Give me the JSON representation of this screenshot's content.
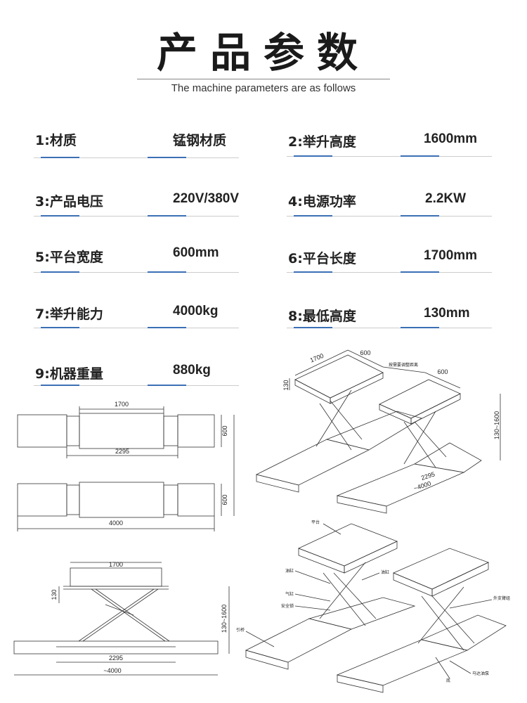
{
  "header": {
    "title": "产品参数",
    "subtitle": "The machine parameters are as follows"
  },
  "params": [
    {
      "label": "1:材质",
      "value": "锰钢材质"
    },
    {
      "label": "2:举升高度",
      "value": "1600mm"
    },
    {
      "label": "3:产品电压",
      "value": "220V/380V"
    },
    {
      "label": "4:电源功率",
      "value": "2.2KW"
    },
    {
      "label": "5:平台宽度",
      "value": "600mm"
    },
    {
      "label": "6:平台长度",
      "value": "1700mm"
    },
    {
      "label": "7:举升能力",
      "value": "4000kg"
    },
    {
      "label": "8:最低高度",
      "value": "130mm"
    },
    {
      "label": "9:机器重量",
      "value": "880kg"
    }
  ],
  "drawings": {
    "top_view": {
      "platform_length": "1700",
      "span": "2295",
      "width_a": "600",
      "width_b": "600",
      "total_length": "4000"
    },
    "side_view": {
      "platform_length": "1700",
      "min_height": "130",
      "lift_range": "130~1600",
      "span": "2295",
      "total_length": "~4000"
    },
    "iso_view": {
      "platform_length": "1700",
      "width_a": "600",
      "width_b": "600",
      "note": "按需要调整距离",
      "min_height": "130",
      "lift_range": "130~1600",
      "span": "2295",
      "total_length": "~4000"
    },
    "parts_view": {
      "platform": "平台",
      "oil_cylinder": "油缸",
      "air_cylinder": "气缸",
      "safety_lock": "安全锁",
      "ramp": "引桥",
      "base": "底",
      "oil_cylinder_right": "油缸",
      "outer_support": "外支臂组",
      "bottom_right_label": "马达油泵"
    }
  },
  "colors": {
    "accent": "#3b6fb5",
    "line": "#cccccc",
    "text": "#222222"
  }
}
